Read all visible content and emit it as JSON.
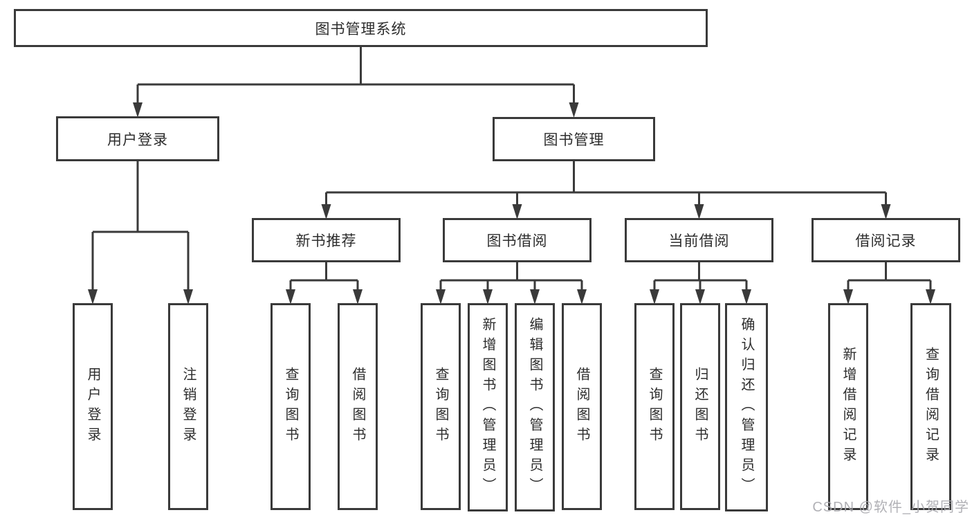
{
  "diagram_type": "hierarchy-tree",
  "colors": {
    "line": "#3a3a3a",
    "box_border": "#3a3a3a",
    "box_fill": "#ffffff",
    "text": "#2d2d2d",
    "watermark": "#a8a8ae",
    "background": "#ffffff"
  },
  "tree": {
    "root": {
      "label": "图书管理系统"
    },
    "level2": [
      {
        "label": "用户登录"
      },
      {
        "label": "图书管理"
      }
    ],
    "level3": [
      {
        "label": "新书推荐",
        "parent": "图书管理"
      },
      {
        "label": "图书借阅",
        "parent": "图书管理"
      },
      {
        "label": "当前借阅",
        "parent": "图书管理"
      },
      {
        "label": "借阅记录",
        "parent": "图书管理"
      }
    ],
    "leaves": [
      {
        "label": "用户登录",
        "parent": "用户登录"
      },
      {
        "label": "注销登录",
        "parent": "用户登录"
      },
      {
        "label": "查询图书",
        "parent": "新书推荐"
      },
      {
        "label": "借阅图书",
        "parent": "新书推荐"
      },
      {
        "label": "查询图书",
        "parent": "图书借阅"
      },
      {
        "label": "新增图书（管理员）",
        "parent": "图书借阅"
      },
      {
        "label": "编辑图书（管理员）",
        "parent": "图书借阅"
      },
      {
        "label": "借阅图书",
        "parent": "图书借阅"
      },
      {
        "label": "查询图书",
        "parent": "当前借阅"
      },
      {
        "label": "归还图书",
        "parent": "当前借阅"
      },
      {
        "label": "确认归还（管理员）",
        "parent": "当前借阅"
      },
      {
        "label": "新增借阅记录",
        "parent": "借阅记录"
      },
      {
        "label": "查询借阅记录",
        "parent": "借阅记录"
      }
    ]
  },
  "watermark": "CSDN @软件_小贺同学"
}
